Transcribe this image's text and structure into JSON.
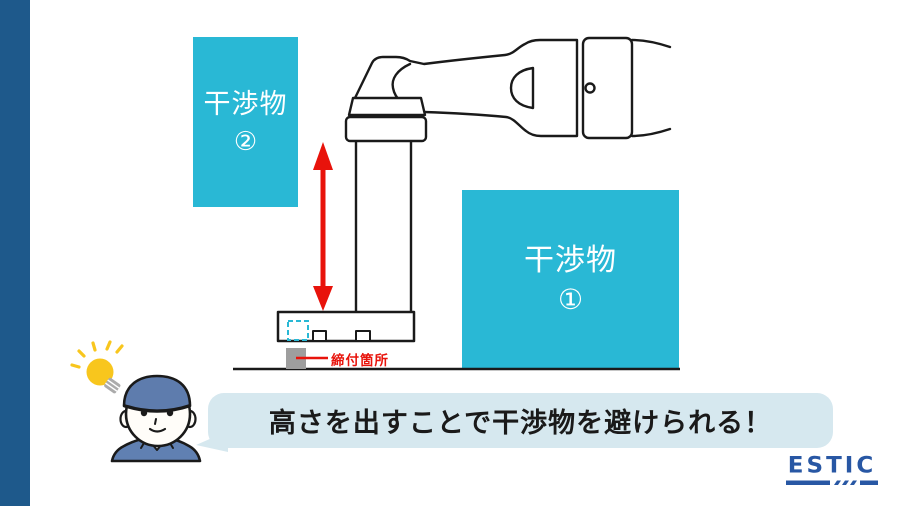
{
  "slide": {
    "background": "#FFFFFF",
    "accent_bar_color": "#1E598B"
  },
  "diagram": {
    "interference_boxes": [
      {
        "label": "干渉物",
        "number": "②",
        "fill": "#29B8D5",
        "text_color": "#FFFFFF"
      },
      {
        "label": "干渉物",
        "number": "①",
        "fill": "#29B8D5",
        "text_color": "#FFFFFF"
      }
    ],
    "height_arrow": {
      "color": "#E8130B",
      "style": "double-headed-vertical"
    },
    "fastening_point": {
      "label": "締付箇所",
      "label_color": "#E8130B",
      "marker_color": "#9E9E9E",
      "socket_dash_color": "#29B8D5"
    },
    "line_color": "#1A1A1A"
  },
  "callout": {
    "text": "高さを出すことで干渉物を避けられる！",
    "bubble_color": "#D6E8EF",
    "text_color": "#1A1A1A"
  },
  "mascot": {
    "icon": "worker-with-idea-lightbulb",
    "shirt_color": "#6080B2",
    "cap_color": "#5E7CAD",
    "bulb_color": "#F8C61D"
  },
  "logo": {
    "text": "ESTIC",
    "color": "#2857A4"
  }
}
